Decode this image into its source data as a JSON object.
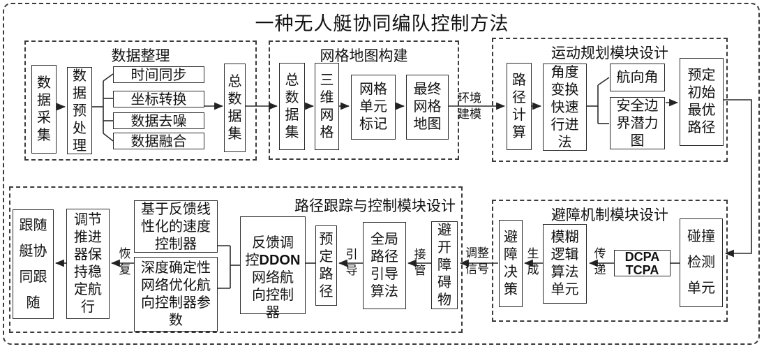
{
  "title": "一种无人艇协同编队控制方法",
  "groups": {
    "data_prep": {
      "title": "数据整理"
    },
    "grid_map": {
      "title": "网格地图构建"
    },
    "motion_plan": {
      "title": "运动规划模块设计"
    },
    "obstacle_avoid": {
      "title": "避障机制模块设计"
    },
    "path_track": {
      "title": "路径跟踪与控制模块设计"
    }
  },
  "boxes": {
    "data_collect": "数\n据\n采\n集",
    "data_preprocess": "数\n据\n预\n处\n理",
    "time_sync": "时间同步",
    "coord_transform": "坐标转换",
    "data_denoise": "数据去噪",
    "data_fusion": "数据融合",
    "total_dataset_1": "总\n数\n据\n集",
    "total_dataset_2": "总\n数\n据\n集",
    "grid_3d": "三\n维\n网\n格",
    "grid_cell_mark": "网格\n单元\n标记",
    "final_grid_map": "最终\n网格\n地图",
    "path_calc": "路\n径\n计\n算",
    "angle_fast_march": "角度\n变换\n快速\n行进\n法",
    "heading_angle": "航向角",
    "safe_boundary": "安全边\n界潜力\n图",
    "initial_optimal_path": "预定\n初始\n最优\n路径",
    "collision_detect": "碰撞\n检测\n单元",
    "dcpa_tcpa": "DCPA\nTCPA",
    "fuzzy_logic": "模糊\n逻辑\n算法\n单元",
    "avoid_decision": "避\n障\n决\n策",
    "avoid_obstacle": "避\n开\n障\n碍\n物",
    "global_path_guide": "全局\n路径\n引导\n算法",
    "preset_path": "预\n定\n路\n径",
    "ddon_controller": {
      "pre": "反馈调\n控",
      "bold": "DDON",
      "post": "\n网络航\n向控制\n器"
    },
    "feedback_linear": "基于反馈线\n性化的速度\n控制器",
    "deep_deterministic": "深度确定性\n网络优化航\n向控制器参\n数",
    "thruster_adjust": "调节\n推进\n器保\n持稳\n定航\n行",
    "follow_boat": "跟随\n艇协\n同跟\n随"
  },
  "edge_labels": {
    "env_modeling": "环境\n建模",
    "transfer": "传\n递",
    "generate": "生\n成",
    "adjust_signal": "调整\n信号",
    "takeover": "接\n管",
    "guide": "引\n导",
    "recover": "恢\n复"
  }
}
